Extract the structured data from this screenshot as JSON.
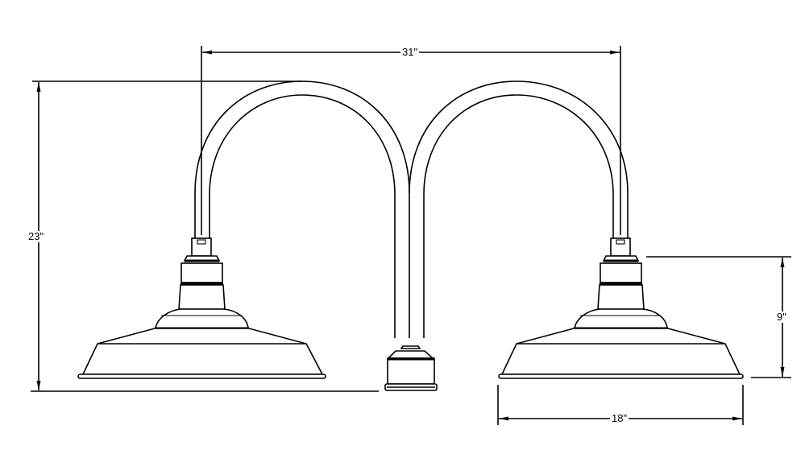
{
  "diagram": {
    "title": "Double gooseneck barn light dimension drawing",
    "colors": {
      "line": "#000000",
      "background": "#ffffff"
    },
    "dimensions": {
      "arm_span": {
        "label": "31\"",
        "description": "Center-to-center width between the two arms"
      },
      "overall_height": {
        "label": "23\"",
        "description": "Overall height from top of arm to bottom of shade"
      },
      "shade_height": {
        "label": "9\"",
        "description": "Shade height from socket top to shade rim"
      },
      "shade_width": {
        "label": "18\"",
        "description": "Shade diameter"
      }
    },
    "components": [
      {
        "name": "left-gooseneck-arm"
      },
      {
        "name": "right-gooseneck-arm"
      },
      {
        "name": "center-mounting-base"
      },
      {
        "name": "left-warehouse-shade"
      },
      {
        "name": "right-warehouse-shade"
      }
    ]
  }
}
